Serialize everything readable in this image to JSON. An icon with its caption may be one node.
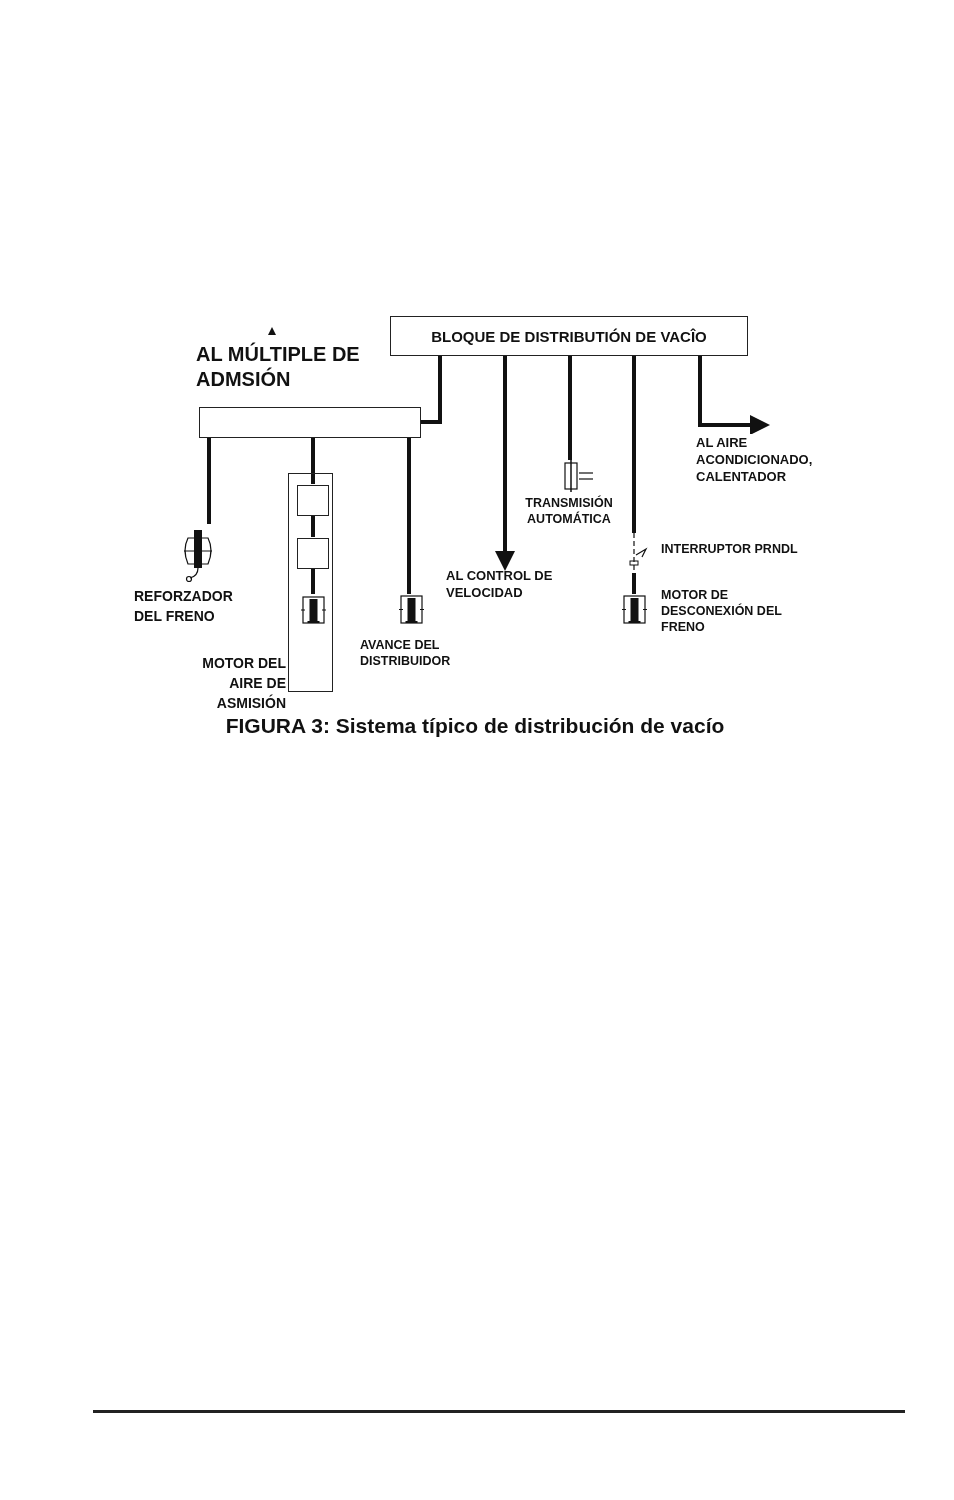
{
  "diagram": {
    "caption": "FIGURA 3: Sistema típico de distribución de vacío",
    "nodes": [
      {
        "text": [
          "BLOQUE DE DISTRIBUTIÓN DE VACÎO"
        ]
      },
      {
        "text": [],
        "shape": "box",
        "beside": [
          "AL MÚLTIPLE DE ADMSIÓN"
        ]
      },
      {
        "text": [],
        "shape": "picture",
        "beside": [
          "REFORZADOR DEL FRENO"
        ]
      },
      {
        "text": [],
        "shape": "box",
        "beside": [
          "MOTOR DEL AIRE DE ASMISIÓN"
        ]
      },
      {
        "text": [],
        "shape": "box",
        "in": 3
      },
      {
        "text": [],
        "shape": "box",
        "in": 3
      },
      {
        "text": [],
        "shape": "picture",
        "in": 3
      },
      {
        "text": [],
        "shape": "picture",
        "beside": [
          "AVANCE DEL DISTRIBUIDOR"
        ]
      },
      {
        "text": [],
        "shape": "picture",
        "beside": [
          "TRANSMISIÓN AUTOMÁTICA"
        ]
      },
      {
        "text": [],
        "shape": "picture",
        "beside": [
          "INTERRUPTOR PRNDL"
        ]
      },
      {
        "text": [],
        "shape": "picture",
        "beside": [
          "MOTOR DE DESCONEXIÓN DEL FRENO"
        ]
      },
      {
        "text": [
          "AL CONTROL DE VELOCIDAD"
        ]
      }
    ],
    "edges": [
      {
        "from": 0,
        "to": 1,
        "arrow": "none"
      },
      {
        "from": 1,
        "to": 2,
        "arrow": "none"
      },
      {
        "from": 1,
        "to": 4,
        "arrow": "none"
      },
      {
        "from": 4,
        "to": 5,
        "arrow": "none"
      },
      {
        "from": 5,
        "to": 6,
        "arrow": "none"
      },
      {
        "from": 1,
        "to": 7,
        "arrow": "none"
      },
      {
        "from": 0,
        "to": 11,
        "arrow": "to"
      },
      {
        "from": 0,
        "to": 8,
        "arrow": "none"
      },
      {
        "from": 0,
        "to": 9,
        "arrow": "none"
      },
      {
        "from": 9,
        "to": 10,
        "arrow": "none"
      },
      {
        "from": 0,
        "to": null,
        "arrow": "to",
        "label": "AL AIRE ACONDICIONADO, CALENTADOR"
      }
    ]
  }
}
